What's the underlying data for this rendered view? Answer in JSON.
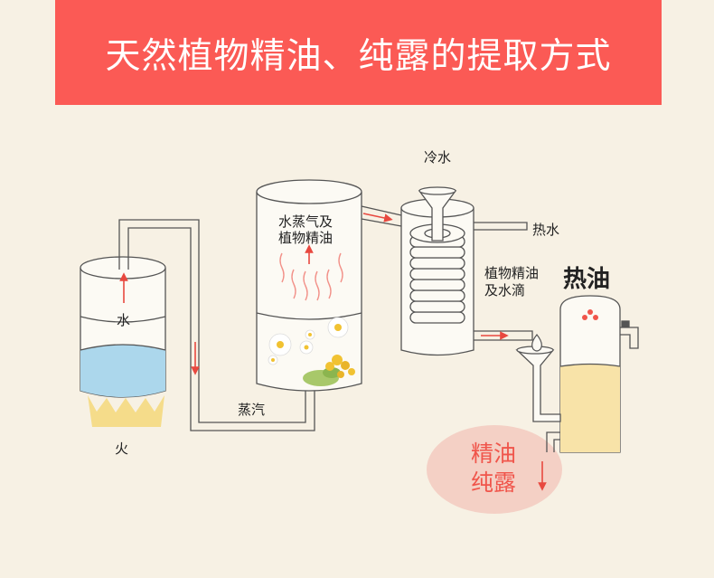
{
  "header": {
    "title": "天然植物精油、纯露的提取方式"
  },
  "diagram": {
    "labels": {
      "water": "水",
      "fire": "火",
      "steam": "蒸汽",
      "vapor_oil": "水蒸气及\n植物精油",
      "cold_water": "冷水",
      "hot_water": "热水",
      "oil_water_drops": "植物精油\n及水滴",
      "hot_oil": "热油",
      "output": "精油\n纯露"
    }
  },
  "colors": {
    "banner": "#fb5a55",
    "background": "#f7f1e4",
    "arrow": "#e8483f",
    "water_fill": "#acd7ec",
    "flame": "#f5dc8a",
    "oil_fill": "#f8e3a8",
    "output_bubble": "#f3cac0",
    "outline": "#555555"
  }
}
